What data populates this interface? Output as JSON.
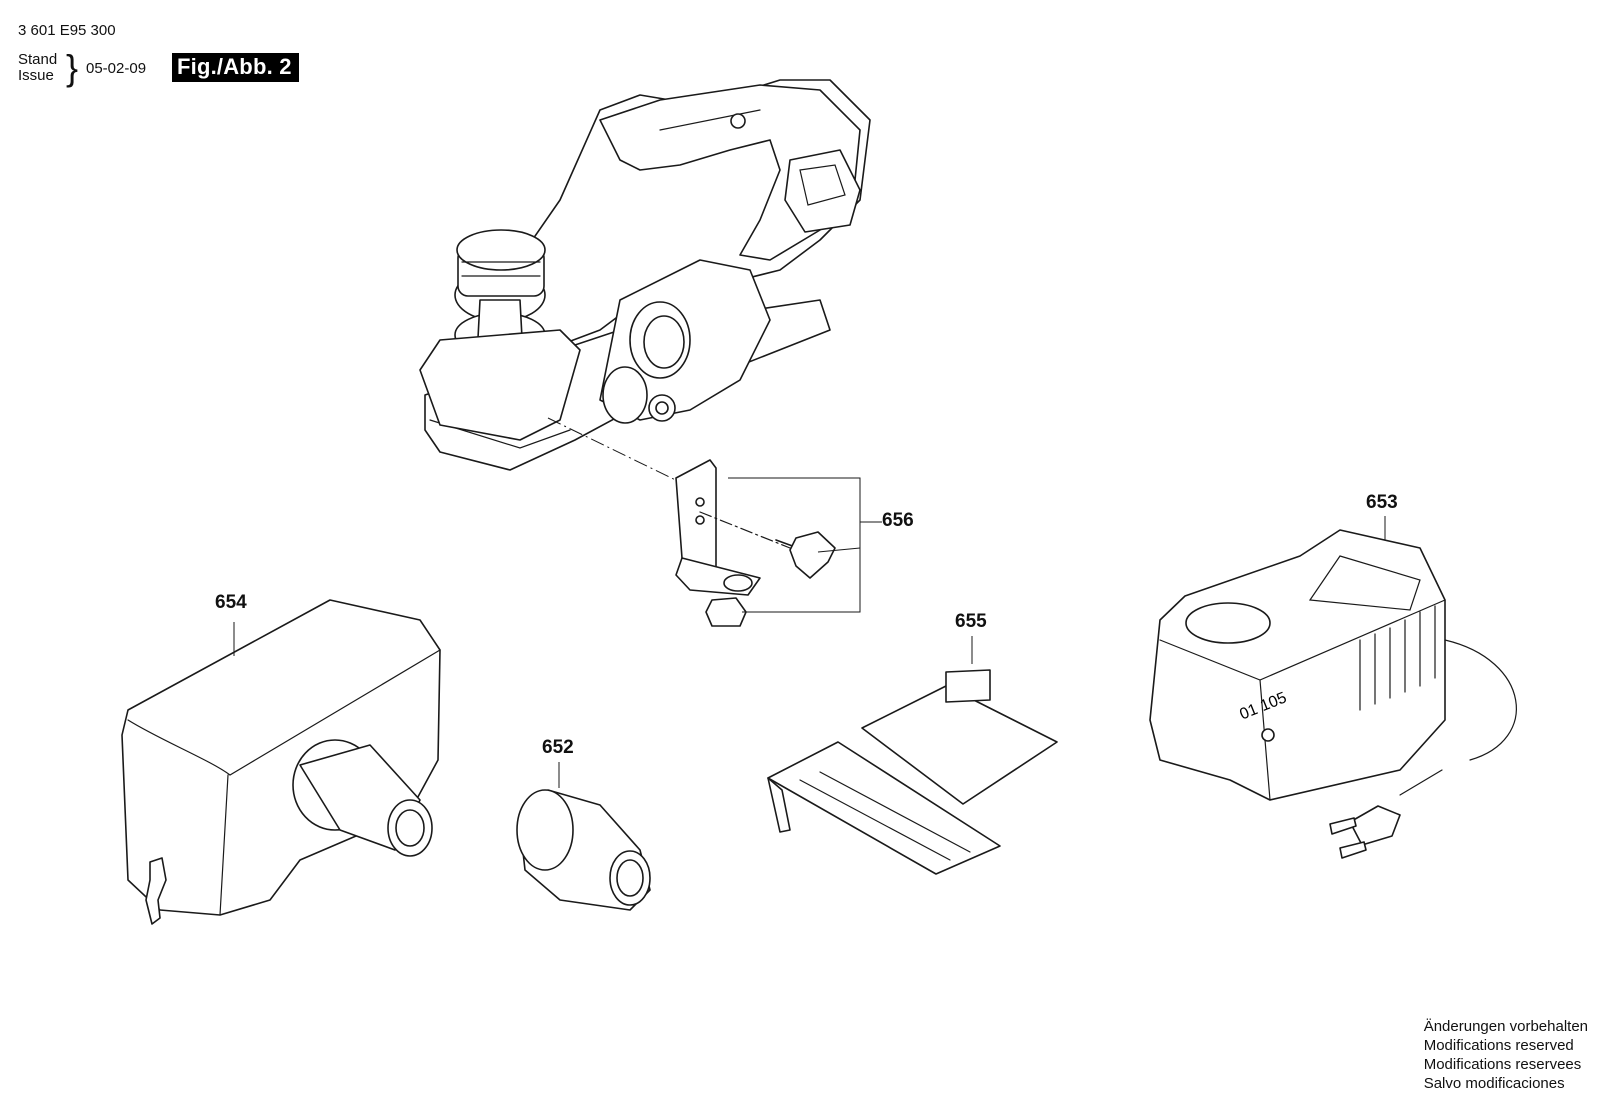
{
  "header": {
    "part_number": "3 601 E95 300",
    "stand_label": "Stand",
    "issue_label": "Issue",
    "date": "05-02-09",
    "figure_label": "Fig./Abb. 2"
  },
  "callouts": {
    "c656": "656",
    "c653": "653",
    "c654": "654",
    "c655": "655",
    "c652": "652"
  },
  "charger_marking": "01 105",
  "footer": {
    "line1": "Änderungen vorbehalten",
    "line2": "Modifications reserved",
    "line3": "Modifications reservees",
    "line4": "Salvo modificaciones"
  }
}
